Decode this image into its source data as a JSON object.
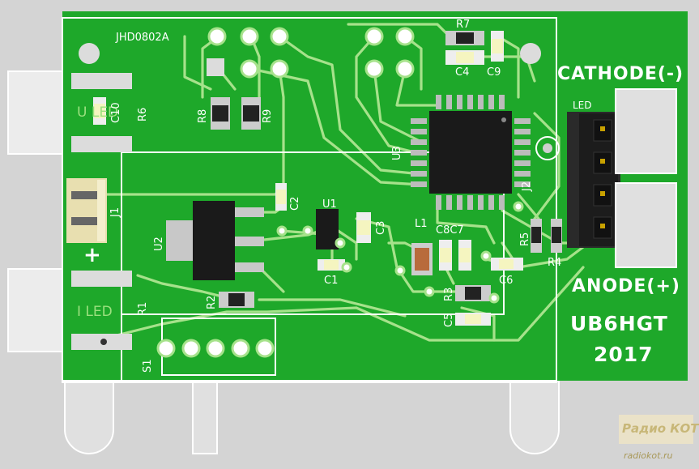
{
  "board": {
    "module_label": "JHD0802A",
    "header_label": "LED",
    "cathode_label": "CATHODE(-)",
    "anode_label": "ANODE(+)",
    "author": "UB6HGT",
    "year": "2017",
    "u_led_label": "U LED",
    "i_led_label": "I LED",
    "plus_sign": "+"
  },
  "components": {
    "r1": "R1",
    "r2": "R2",
    "r3": "R3",
    "r4": "R4",
    "r5": "R5",
    "r6": "R6",
    "r7": "R7",
    "r8": "R8",
    "r9": "R9",
    "c1": "C1",
    "c2": "C2",
    "c3": "C3",
    "c4": "C4",
    "c5": "C5",
    "c6": "C6",
    "c8c7": "C8C7",
    "c9": "C9",
    "c10": "C10",
    "u1": "U1",
    "u2": "U2",
    "u3": "U3",
    "l1": "L1",
    "j1": "J1",
    "s1": "S1",
    "j2": "J2"
  },
  "watermark": {
    "name": "Радио КОТ",
    "url": "radiokot.ru"
  },
  "colors": {
    "pcb": "#1ea82a",
    "trace": "#a6e28b",
    "silkscreen": "#ffffff",
    "background": "#d4d4d4",
    "chip": "#1a1a1a"
  }
}
